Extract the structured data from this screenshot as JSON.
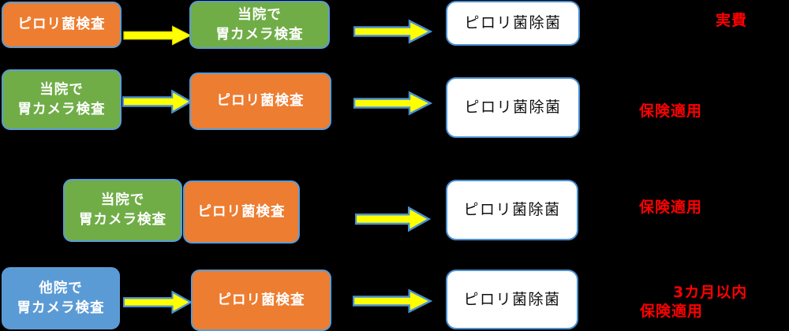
{
  "colors": {
    "background": "#000000",
    "box_orange": "#ED7D31",
    "box_green": "#70AD47",
    "box_blue": "#5B9BD5",
    "box_border": "#5B9BD5",
    "box_text": "#FFFFFF",
    "white_box_bg": "#FFFFFF",
    "white_box_border": "#4A90D2",
    "white_box_text": "#111111",
    "arrow_fill": "#FFFF00",
    "arrow_border": "#4A90D2",
    "arrow_edge": "#CFCF00",
    "note_red": "#FF0000"
  },
  "rows": [
    {
      "steps": [
        {
          "label": "ピロリ菌検査",
          "variant": "orange"
        },
        {
          "label": "当院で\n胃カメラ検査",
          "variant": "green"
        },
        {
          "label": "ピロリ菌除菌",
          "variant": "white"
        }
      ],
      "note": [
        "実費"
      ]
    },
    {
      "steps": [
        {
          "label": "当院で\n胃カメラ検査",
          "variant": "green"
        },
        {
          "label": "ピロリ菌検査",
          "variant": "orange"
        },
        {
          "label": "ピロリ菌除菌",
          "variant": "white"
        }
      ],
      "note": [
        "保険適用"
      ]
    },
    {
      "steps": [
        {
          "label": "当院で\n胃カメラ検査",
          "variant": "green"
        },
        {
          "label": "ピロリ菌検査",
          "variant": "orange"
        },
        {
          "label": "ピロリ菌除菌",
          "variant": "white"
        }
      ],
      "note": [
        "保険適用"
      ]
    },
    {
      "steps": [
        {
          "label": "他院で\n胃カメラ検査",
          "variant": "blue"
        },
        {
          "label": "ピロリ菌検査",
          "variant": "orange"
        },
        {
          "label": "ピロリ菌除菌",
          "variant": "white"
        }
      ],
      "note": [
        "3カ月以内",
        "保険適用"
      ]
    }
  ]
}
